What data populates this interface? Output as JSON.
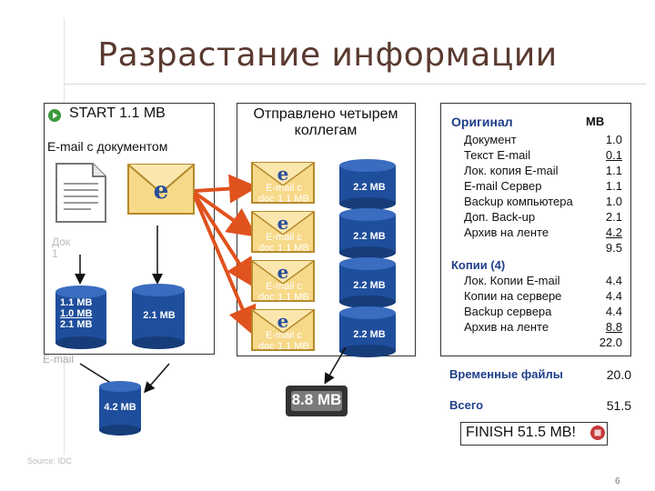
{
  "title": "Разрастание информации",
  "left": {
    "start_label": "START 1.1 MB",
    "email_doc_label": "E-mail с документом",
    "doc_partial": "Док\n1",
    "disk_labels": [
      "1.1 MB",
      "1.0 MB",
      "2.1 MB"
    ],
    "disk2_label": "2.1 MB",
    "email_partial": "E-mail",
    "disk3_label": "4.2 MB"
  },
  "middle": {
    "header": "Отправлено четырем коллегам",
    "envelope_lines": [
      "E-mail с",
      "doc 1.1 MB"
    ],
    "disk_label": "2.2 MB",
    "tape_label": "8.8 MB"
  },
  "right": {
    "original_header": "Оригинал",
    "mb_header": "MB",
    "original_rows": [
      {
        "name": "Документ",
        "value": "1.0",
        "underline": false
      },
      {
        "name": "Текст E-mail",
        "value": "0.1",
        "underline": true
      },
      {
        "name": "Лок. копия E-mail",
        "value": "1.1",
        "underline": false
      },
      {
        "name": "E-mail Сервер",
        "value": "1.1",
        "underline": false
      },
      {
        "name": "Backup компьютера",
        "value": "1.0",
        "underline": false
      },
      {
        "name": "Доп. Back-up",
        "value": "2.1",
        "underline": false
      },
      {
        "name": "Архив на ленте",
        "value": "4.2",
        "underline": true
      }
    ],
    "original_total": "9.5",
    "copies_header": "Копии (4)",
    "copies_rows": [
      {
        "name": "Лок. Копии E-mail",
        "value": "4.4",
        "underline": false
      },
      {
        "name": "Копии на сервере",
        "value": "4.4",
        "underline": false
      },
      {
        "name": "Backup сервера",
        "value": "4.4",
        "underline": false
      },
      {
        "name": "Архив на ленте",
        "value": "8.8",
        "underline": true
      }
    ],
    "copies_total": "22.0",
    "temp_label": "Временные файлы",
    "temp_value": "20.0",
    "total_label": "Всего",
    "total_value": "51.5"
  },
  "finish_label": "FINISH 51.5 MB!",
  "source_label": "Source: IDC",
  "page_number": "6",
  "colors": {
    "disk_blue": "#1f4e9c",
    "arrow_orange": "#e0521e",
    "title_brown": "#5a3a30",
    "envelope_yellow": "#f7d98a"
  }
}
